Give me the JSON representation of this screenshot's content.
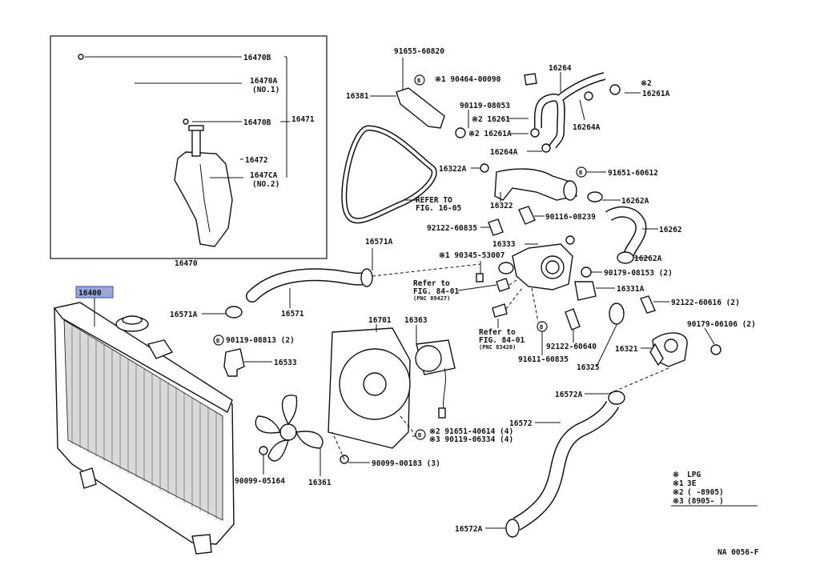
{
  "diagram_code": "NA 0056-F",
  "legend": {
    "mark_symbol": "※",
    "rows": [
      {
        "key": "※",
        "value": "LPG"
      },
      {
        "key": "※1",
        "value": "3E"
      },
      {
        "key": "※2",
        "value": "(       -8905)"
      },
      {
        "key": "※3",
        "value": "(8905-       )"
      }
    ]
  },
  "callouts": {
    "p16400": "16400",
    "p16470": "16470",
    "p16470b_1": "16470B",
    "p16470a": "16470A",
    "p16470a_note": "(NO.1)",
    "p16471": "16471",
    "p16470b_2": "16470B",
    "p16472": "16472",
    "p1647ca": "1647CA",
    "p1647ca_note": "(NO.2)",
    "p91655": "91655-60820",
    "p90464": "※1 90464-00090",
    "p16381": "16381",
    "p90119a": "90119-08053",
    "p16261": "※2 16261",
    "p16261a": "※2 16261A",
    "p16264": "16264",
    "p16264a_1": "16264A",
    "p16264a_2": "16264A",
    "p16261a_r": "16261A",
    "p16261a_r_mark": "※2",
    "p16322a": "16322A",
    "p91651a": "91651-60612",
    "p16322": "16322",
    "p16262a_1": "16262A",
    "p90116": "90116-08239",
    "p16262": "16262",
    "p92122a": "92122-60835",
    "p16333": "16333",
    "p16262a_2": "16262A",
    "p16571a_1": "16571A",
    "p90345": "※1 90345-53007",
    "p90179a": "90179-08153 (2)",
    "refer_16": "REFER TO",
    "refer_16b": "FIG. 16-05",
    "refer_84a": "Refer to",
    "refer_84a_b": "FIG. 84-01",
    "refer_84a_c": "(PNC 89427)",
    "p16331a": "16331A",
    "p16571a_2": "16571A",
    "p16571": "16571",
    "p92122b": "92122-60616 (2)",
    "refer_84b": "Refer to",
    "refer_84b_b": "FIG. 84-01",
    "refer_84b_c": "(PNC 83420)",
    "p90179b": "90179-06106 (2)",
    "p16701": "16701",
    "p16363": "16363",
    "p90119b": "90119-08813 (2)",
    "p92122c": "92122-60640",
    "p16321": "16321",
    "p16533": "16533",
    "p91611": "91611-60835",
    "p16325": "16325",
    "p16572a_1": "16572A",
    "p16572": "16572",
    "p91651b": "※2 91651-40614 (4)",
    "p90119c": "※3 90119-06334 (4)",
    "p90099a": "90099-00183 (3)",
    "p90099b": "90099-05164",
    "p16361": "16361",
    "p16572a_2": "16572A",
    "mark_b": "B"
  }
}
